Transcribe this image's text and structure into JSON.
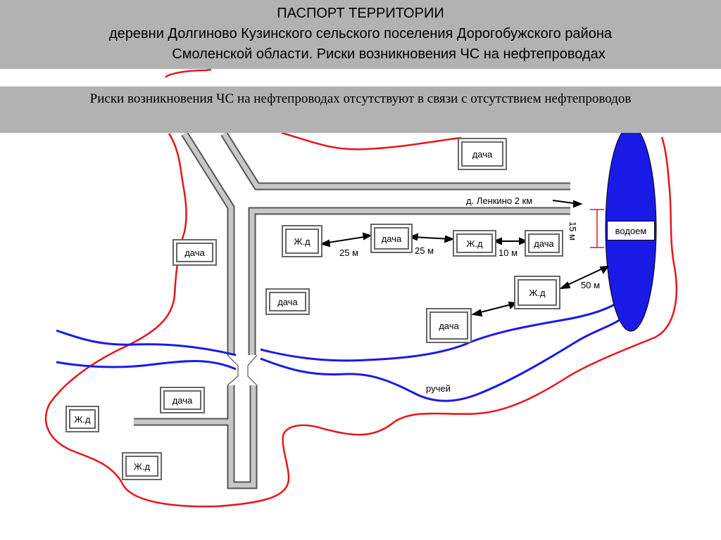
{
  "header": {
    "line1": "ПАСПОРТ ТЕРРИТОРИИ",
    "line2": "деревни Долгиново Кузинского сельского поселения  Дорогобужского района",
    "line3": "Смоленской области. Риски возникновения ЧС на нефтепроводах"
  },
  "banner": {
    "text": "Риски возникновения ЧС на нефтепроводах отсутствуют в связи с отсутствием нефтепроводов"
  },
  "buildings": {
    "dacha": "дача",
    "house": "Ж.д"
  },
  "labels": {
    "lenkino": "д. Ленкино 2 км",
    "pond": "водоем",
    "stream": "ручей",
    "dist_15": "15 м",
    "dist_25a": "25 м",
    "dist_25b": "25 м",
    "dist_10": "10 м",
    "dist_50": "50 м"
  },
  "colors": {
    "boundary": "#e8141c",
    "water": "#1a1ae6",
    "road": "#a0a0a0",
    "header_bg": "#b2b2b2"
  }
}
